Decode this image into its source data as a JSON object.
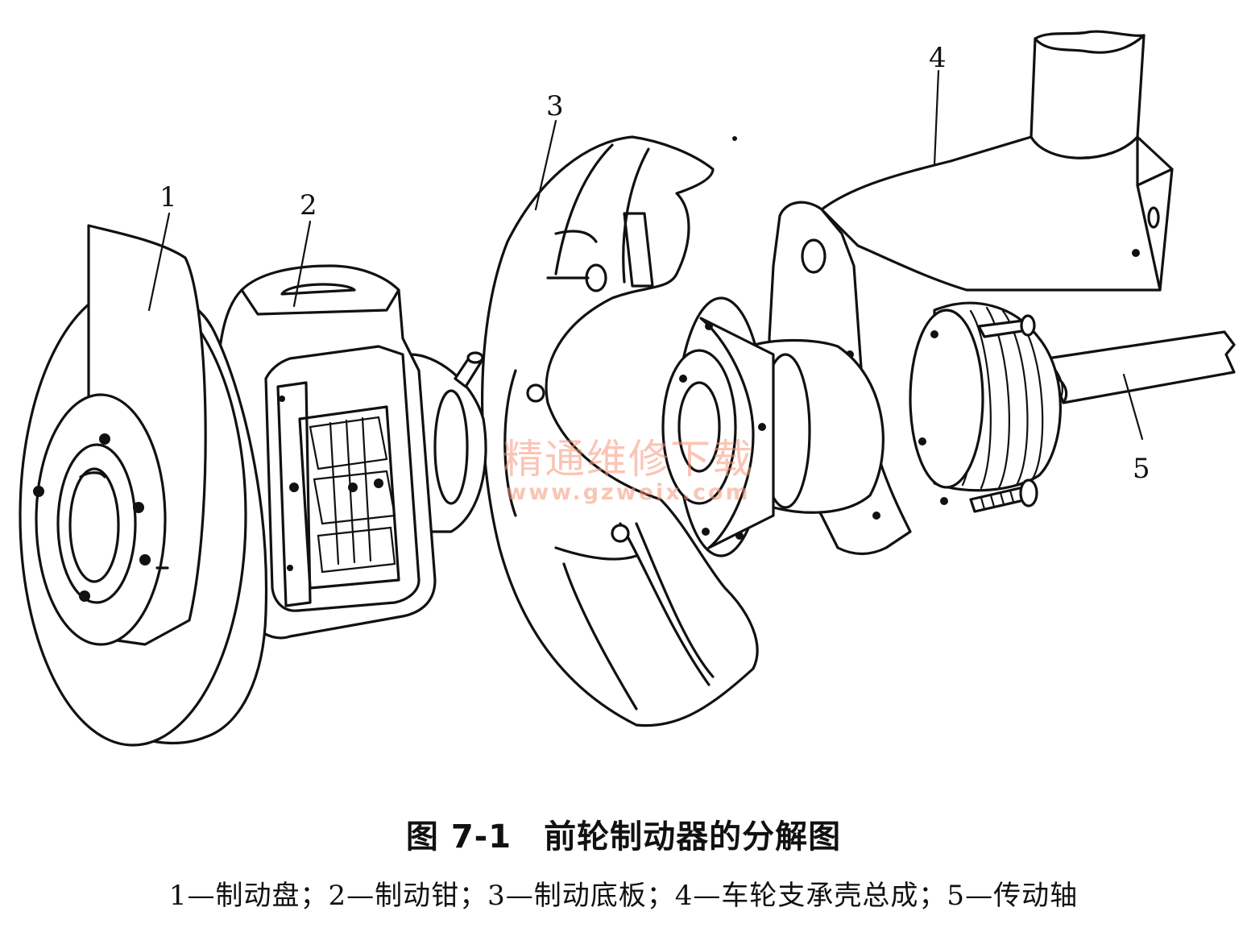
{
  "callouts": {
    "c1": "1",
    "c2": "2",
    "c3": "3",
    "c4": "4",
    "c5": "5"
  },
  "caption": {
    "fig_no": "图 7-1",
    "title": "前轮制动器的分解图"
  },
  "legend": "1—制动盘；2—制动钳；3—制动底板；4—车轮支承壳总成；5—传动轴",
  "watermark": {
    "text": "精通维修下载",
    "url": "www.gzweix.com"
  }
}
